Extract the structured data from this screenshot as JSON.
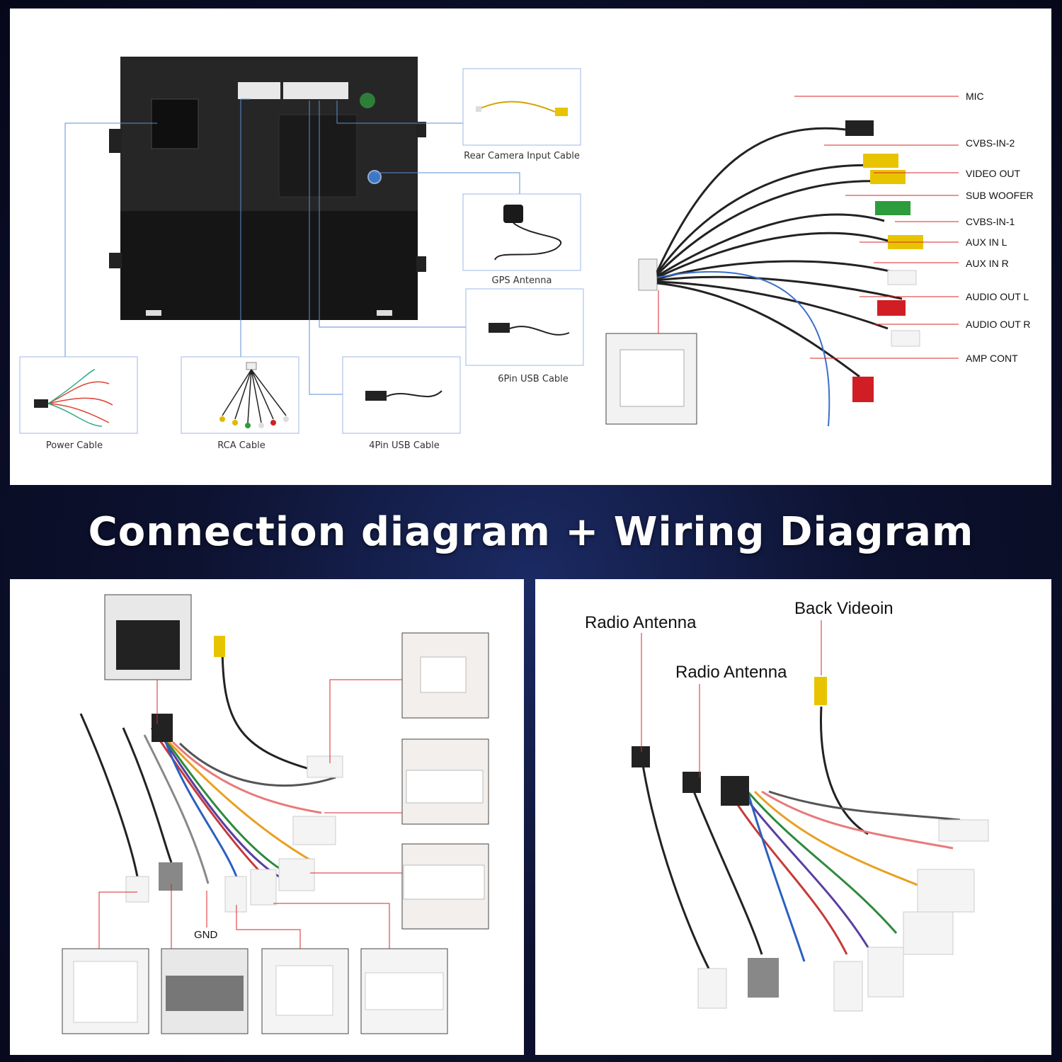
{
  "headline": "Connection diagram + Wiring Diagram",
  "connection": {
    "captions": {
      "rear_camera": "Rear Camera Input Cable",
      "gps": "GPS Antenna",
      "usb6": "6Pin USB Cable",
      "power": "Power Cable",
      "rca": "RCA Cable",
      "usb4": "4Pin USB Cable"
    }
  },
  "rca_wiring": {
    "labels": [
      "MIC",
      "CVBS-IN-2",
      "VIDEO OUT",
      "SUB WOOFER",
      "CVBS-IN-1",
      "AUX IN L",
      "AUX IN R",
      "AUDIO OUT L",
      "AUDIO OUT R",
      "AMP CONT"
    ]
  },
  "harness": {
    "gnd_label": "GND"
  },
  "antenna": {
    "radio_antenna_1": "Radio Antenna",
    "back_video": "Back Videoin",
    "radio_antenna_2": "Radio Antenna"
  },
  "colors": {
    "guide_blue": "#5b8fd8",
    "guide_red": "#d9262a",
    "background_dark": "#0d1230"
  }
}
